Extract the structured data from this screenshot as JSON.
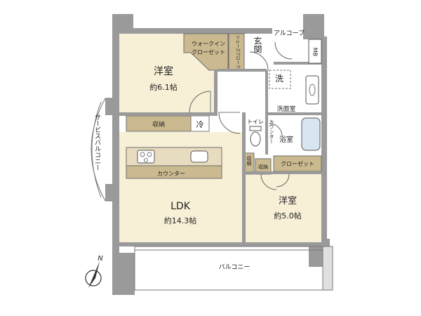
{
  "rooms": {
    "western_room_1": {
      "name": "洋室",
      "size": "約6.1帖"
    },
    "walk_in_closet": {
      "line1": "ウォークイン",
      "line2": "クローゼット"
    },
    "shoes_closet": "シューズクローク",
    "entrance": "玄関",
    "alcove": "アルコーブ",
    "mb": "MB",
    "wash": "洗",
    "washroom": "洗面室",
    "bathroom": "浴室",
    "toilet": "トイレ",
    "counter_small": "カウンター",
    "storage_top": "収納",
    "fridge": "冷",
    "storage_small_1": "収納",
    "storage_small_2": "収納",
    "closet": "クローゼット",
    "service_balcony": "サービスバルコニー",
    "kitchen_counter": "カウンター",
    "ldk": {
      "name": "LDK",
      "size": "約14.3帖"
    },
    "western_room_2": {
      "name": "洋室",
      "size": "約5.0帖"
    },
    "balcony": "バルコニー"
  },
  "compass": {
    "north_label": "N"
  }
}
